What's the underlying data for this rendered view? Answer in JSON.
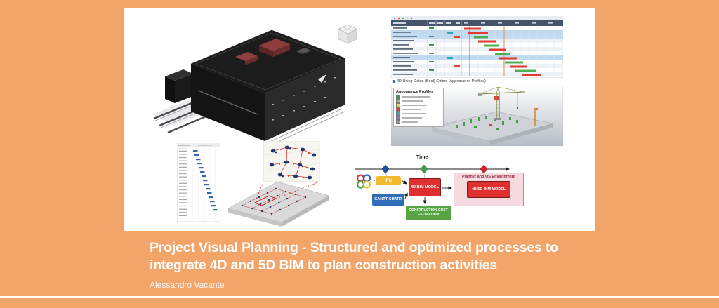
{
  "page": {
    "background_color": "#f3a469",
    "title_line1": "Project Visual Planning - Structured and optimized processes to",
    "title_line2": "integrate 4D and 5D BIM to plan construction activities",
    "author": "Alessandro Vacante"
  },
  "scheduler": {
    "caption": "4D Using Dates (Best) Colors (Appearance Profiles)",
    "legend": {
      "title": "Appearance Profiles",
      "colors": [
        "#3f9d46",
        "#8fce6e",
        "#f2d13c",
        "#e03c31",
        "#2aa7b8",
        "#8e6fc0",
        "#9e9e9e"
      ]
    }
  },
  "flowchart": {
    "time_label": "Time",
    "ifc_label": "IFC",
    "bim4d_label": "4D BIM MODEL",
    "gantt_label": "GANTT CHART",
    "cost_label": "CONSTRUCTION COST ESTIMATION",
    "planner_title": "Planner and QS Environment",
    "bim45d_label": "4D/5D BIM MODEL",
    "colors": {
      "ifc": "#f0b92e",
      "bim": "#e02f2f",
      "gantt": "#2f6db8",
      "cost": "#57a445",
      "planner_bg": "#f7dadf",
      "planner_border": "#e2798f"
    }
  }
}
